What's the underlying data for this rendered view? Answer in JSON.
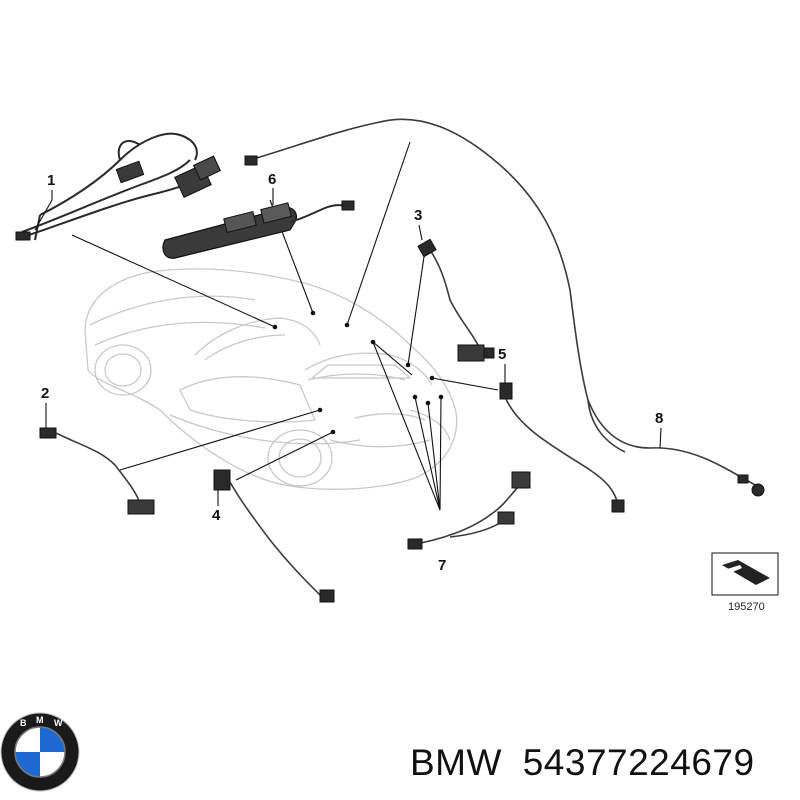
{
  "diagram": {
    "callouts": [
      "1",
      "2",
      "3",
      "4",
      "5",
      "6",
      "7",
      "8"
    ],
    "reference_code": "195270"
  },
  "part": {
    "brand": "BMW",
    "number": "54377224679"
  },
  "logo": {
    "text": "BMW",
    "colors": {
      "ring": "#1a1a1a",
      "blue": "#1c69d4",
      "white": "#ffffff"
    }
  }
}
